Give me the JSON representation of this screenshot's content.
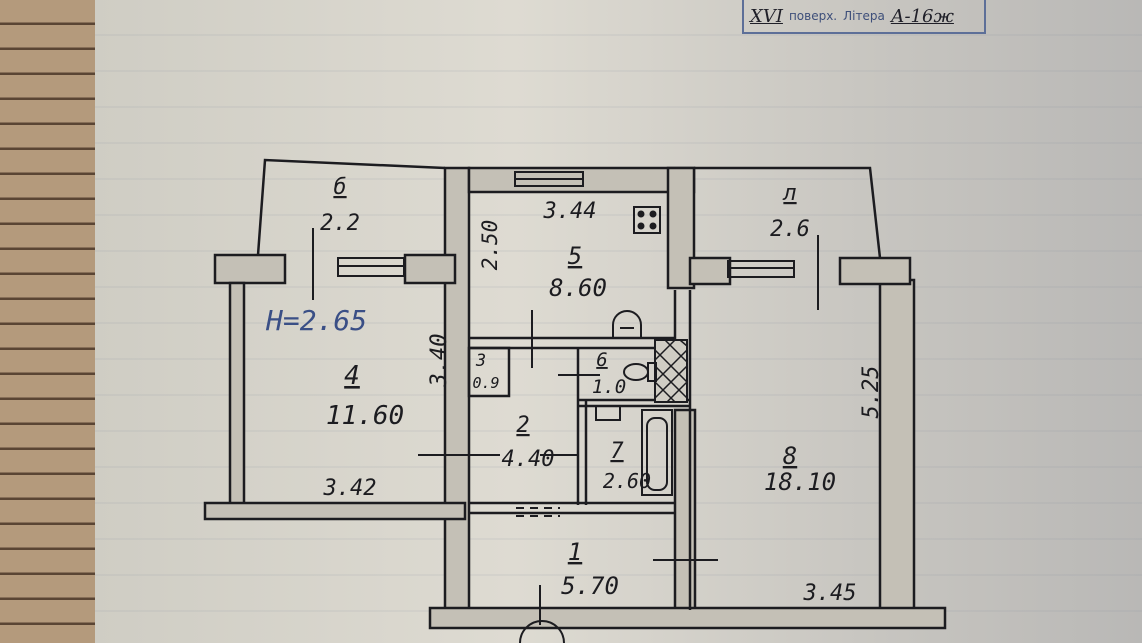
{
  "stamp": {
    "floor": "XVI",
    "floor_label": "поверх.",
    "letter_label": "Літера",
    "letter": "А-16ж"
  },
  "ceiling": "Н=2.65",
  "rooms": [
    {
      "id": "balcony-left",
      "num": "б",
      "area": "2.2"
    },
    {
      "id": "loggia-right",
      "num": "л",
      "area": "2.6"
    },
    {
      "id": "room-5",
      "num": "5",
      "area": "8.60"
    },
    {
      "id": "room-4",
      "num": "4",
      "area": "11.60"
    },
    {
      "id": "room-3",
      "num": "3",
      "area": "0.9"
    },
    {
      "id": "room-6",
      "num": "6",
      "area": "1.0"
    },
    {
      "id": "room-2",
      "num": "2",
      "area": "4.40"
    },
    {
      "id": "room-7",
      "num": "7",
      "area": "2.60"
    },
    {
      "id": "room-8",
      "num": "8",
      "area": "18.10"
    },
    {
      "id": "room-1",
      "num": "1",
      "area": "5.70"
    }
  ],
  "dimensions": {
    "kitchen_width": "3.44",
    "kitchen_depth": "2.50",
    "room4_depth": "3.40",
    "room4_width": "3.42",
    "room8_depth": "5.25",
    "room8_width": "3.45"
  }
}
